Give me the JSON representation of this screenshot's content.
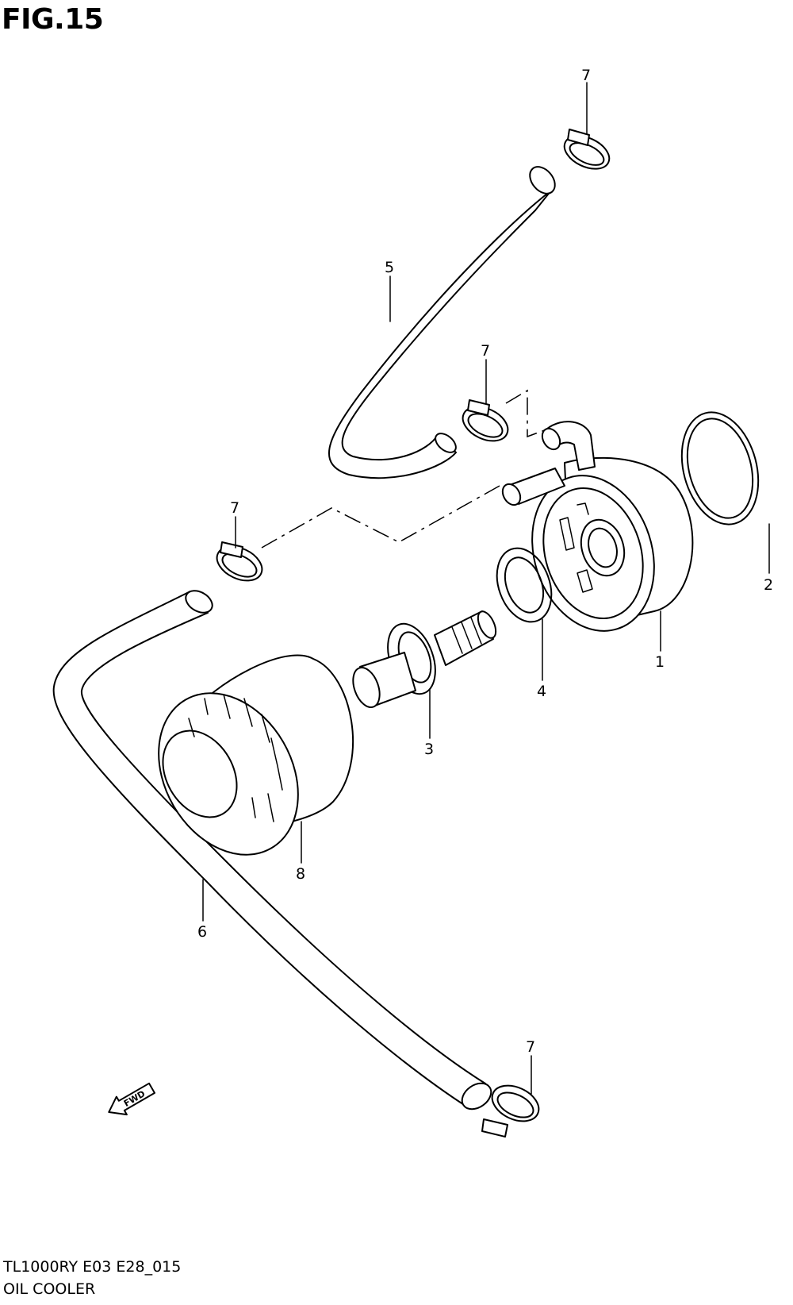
{
  "figure": {
    "title": "FIG.15",
    "model_code": "TL1000RY E03 E28_015",
    "name": "OIL COOLER"
  },
  "callouts": {
    "c1": "1",
    "c2": "2",
    "c3": "3",
    "c4": "4",
    "c5": "5",
    "c6": "6",
    "c7a": "7",
    "c7b": "7",
    "c7c": "7",
    "c7d": "7",
    "c8": "8"
  },
  "direction": {
    "fwd_label": "FWD"
  }
}
